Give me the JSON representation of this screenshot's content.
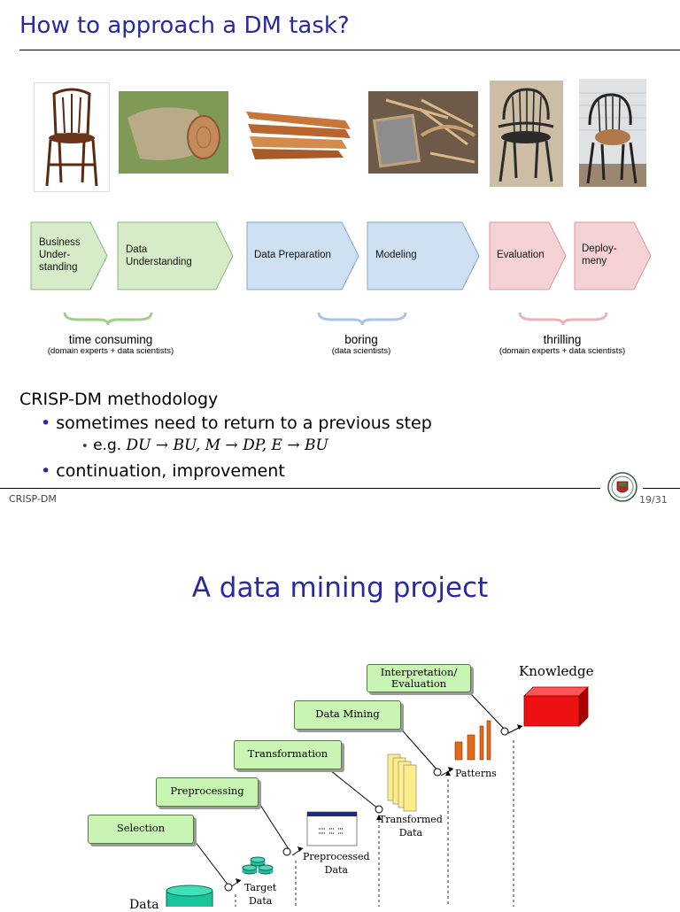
{
  "slide1": {
    "title": "How to approach a DM task?",
    "steps": [
      {
        "label": "Business\nUnder-\nstanding",
        "color": "#d6ecc8"
      },
      {
        "label": "Data\nUnderstanding",
        "color": "#d6ecc8"
      },
      {
        "label": "Data Preparation",
        "color": "#cfe0f2"
      },
      {
        "label": "Modeling",
        "color": "#cfe0f2"
      },
      {
        "label": "Evaluation",
        "color": "#f6d2d6"
      },
      {
        "label": "Deploy-\nmeny",
        "color": "#f6d2d6"
      }
    ],
    "groups": [
      {
        "main": "time consuming",
        "sub": "(domain experts + data scientists)",
        "brace_color": "#9fcf8a"
      },
      {
        "main": "boring",
        "sub": "(data scientists)",
        "brace_color": "#a9c5e6"
      },
      {
        "main": "thrilling",
        "sub": "(domain experts + data scientists)",
        "brace_color": "#ebb3ba"
      }
    ],
    "methodology": "CRISP-DM methodology",
    "bullet1": "sometimes need to return to a previous step",
    "sub_bullet_prefix": "e.g.",
    "sub_bullet_math": "DU → BU, M → DP, E → BU",
    "bullet2": "continuation, improvement",
    "footer_left": "CRISP-DM",
    "page": "19/31"
  },
  "slide2": {
    "title": "A data mining project",
    "steps": [
      "Selection",
      "Preprocessing",
      "Transformation",
      "Data Mining",
      "Interpretation/\nEvaluation"
    ],
    "labels": {
      "knowledge": "Knowledge",
      "patterns": "Patterns",
      "transformed": "Transformed\nData",
      "preprocessed": "Preprocessed\nData",
      "target": "Target\nData",
      "data": "Data"
    }
  },
  "colors": {
    "title_blue": "#2a2aa0",
    "box_green": "#c9f5b4",
    "knowledge_red": "#ee1111"
  }
}
